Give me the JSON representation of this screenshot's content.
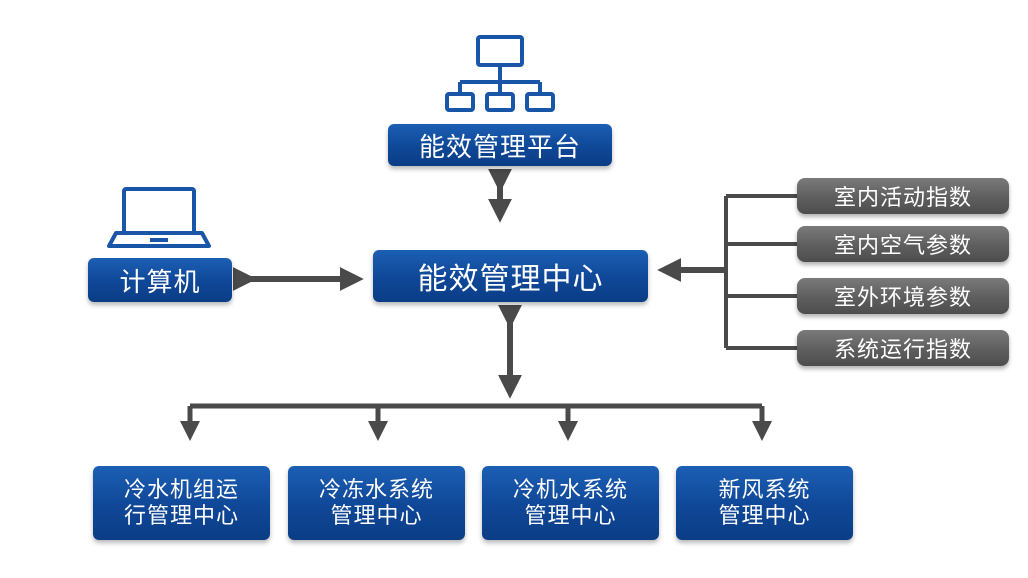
{
  "colors": {
    "box_blue": "#0f4797",
    "pill_gray": "#5e5e5e",
    "arrow_gray": "#4a4a4a",
    "icon_blue": "#1a56a8"
  },
  "nodes": {
    "platform": "能效管理平台",
    "center": "能效管理中心",
    "computer": "计算机"
  },
  "inputs": [
    "室内活动指数",
    "室内空气参数",
    "室外环境参数",
    "系统运行指数"
  ],
  "sub_centers": [
    "冷水机组运\n行管理中心",
    "冷冻水系统\n管理中心",
    "冷机水系统\n管理中心",
    "新风系统\n管理中心"
  ],
  "icons": [
    "network-hierarchy-icon",
    "laptop-icon"
  ]
}
